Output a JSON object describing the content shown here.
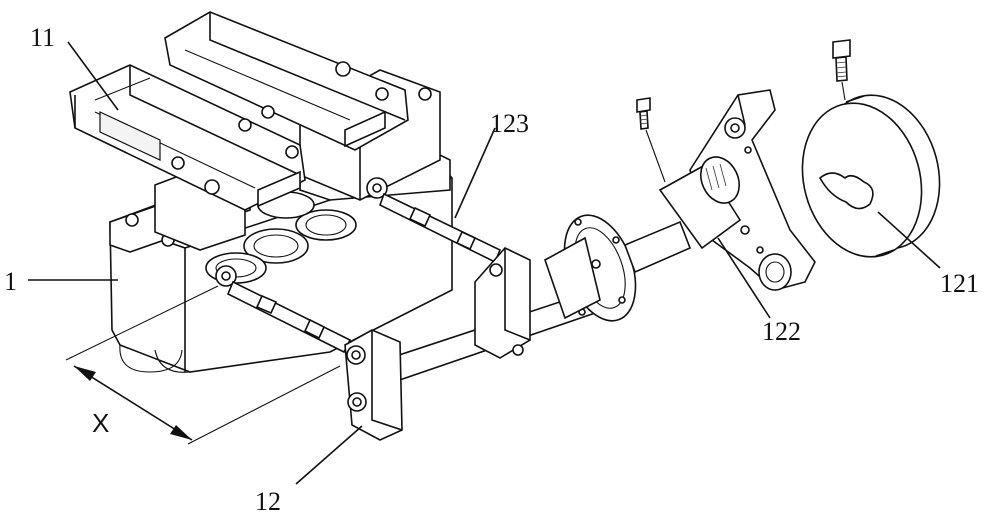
{
  "labels": {
    "l11": "11",
    "l1": "1",
    "l123": "123",
    "l122": "122",
    "l121": "121",
    "l12": "12",
    "dimension_x": "X"
  }
}
